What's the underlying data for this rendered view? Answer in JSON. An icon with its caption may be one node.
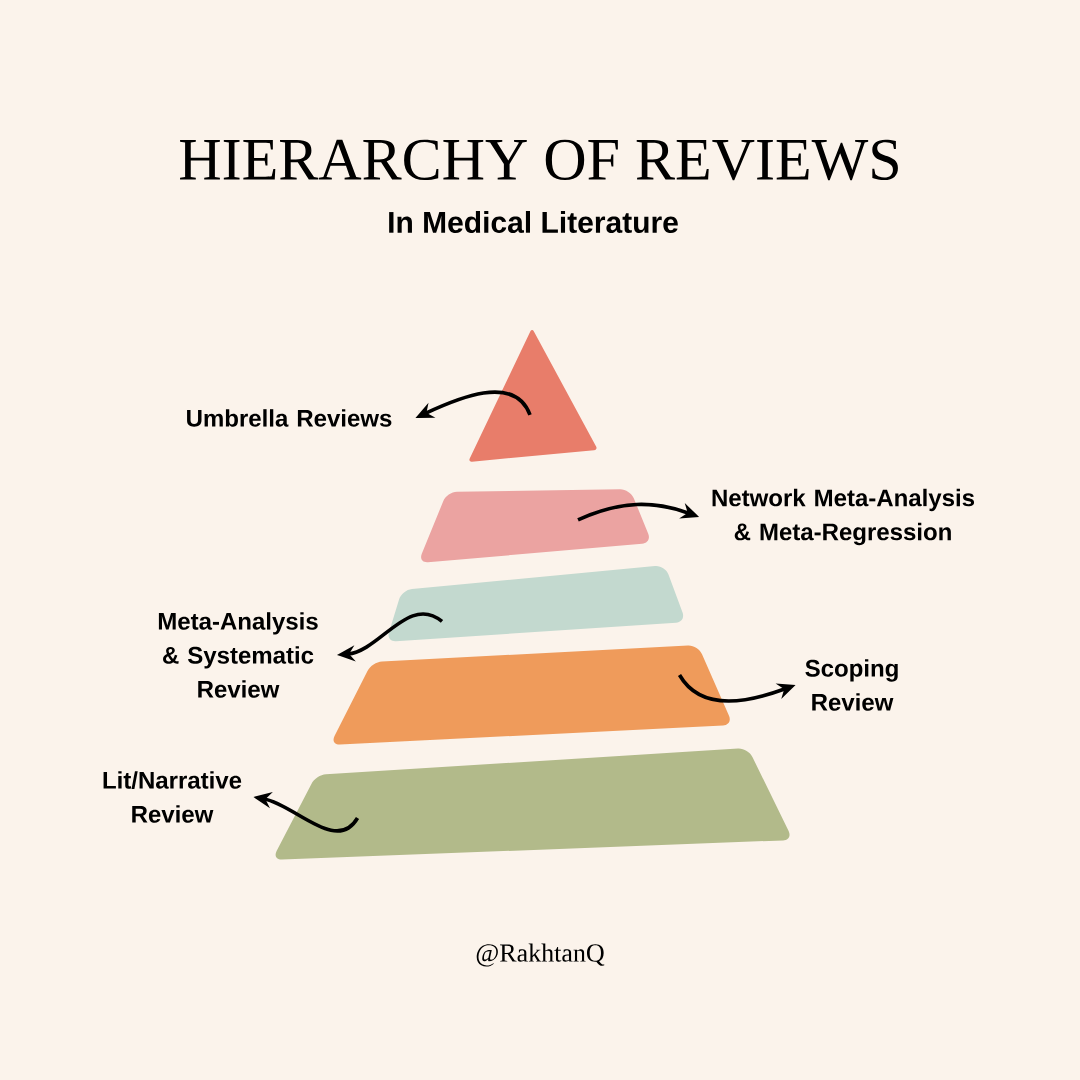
{
  "diagram": {
    "title": "HIERARCHY OF REVIEWS",
    "caption": "In Medical Literature",
    "nodes": [
      {
        "text": [],
        "shape": "triangle"
      },
      {
        "text": [
          "Umbrella Reviews"
        ]
      },
      {
        "text": [],
        "shape": "trapezoid"
      },
      {
        "text": [
          "Network Meta-Analysis & Meta-Regression"
        ]
      },
      {
        "text": [],
        "shape": "trapezoid"
      },
      {
        "text": [
          "Meta-Analysis & Systematic Review"
        ]
      },
      {
        "text": [],
        "shape": "trapezoid"
      },
      {
        "text": [
          "Scoping Review"
        ]
      },
      {
        "text": [],
        "shape": "trapezoid"
      },
      {
        "text": [
          "Lit/Narrative Review"
        ]
      }
    ],
    "edges": [
      {
        "from": 0,
        "to": 1,
        "arrow": "to"
      },
      {
        "from": 2,
        "to": 3,
        "arrow": "to"
      },
      {
        "from": 4,
        "to": 5,
        "arrow": "to"
      },
      {
        "from": 6,
        "to": 7,
        "arrow": "to"
      },
      {
        "from": 8,
        "to": 9,
        "arrow": "to"
      }
    ],
    "labels": [
      "@RakhtanQ"
    ]
  }
}
